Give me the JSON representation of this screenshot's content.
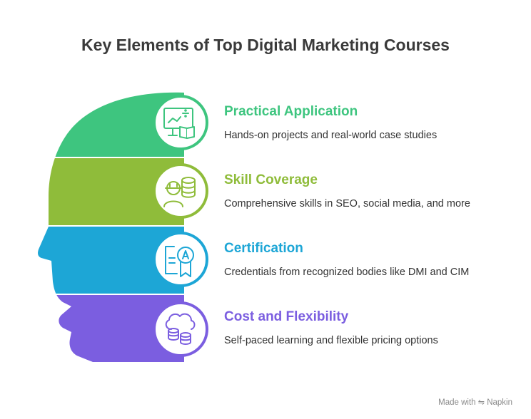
{
  "title": "Key Elements of Top Digital Marketing Courses",
  "items": [
    {
      "title": "Practical Application",
      "description": "Hands-on projects and real-world case studies",
      "color": "#3ec57f",
      "icon": "presentation-board-book-icon"
    },
    {
      "title": "Skill Coverage",
      "description": "Comprehensive skills in SEO, social media, and more",
      "color": "#8fbc3a",
      "icon": "worker-database-icon"
    },
    {
      "title": "Certification",
      "description": "Credentials from recognized bodies like DMI and CIM",
      "color": "#1da6d6",
      "icon": "certificate-icon"
    },
    {
      "title": "Cost and Flexibility",
      "description": "Self-paced learning and flexible pricing options",
      "color": "#7b5ee0",
      "icon": "cloud-coins-icon"
    }
  ],
  "footer": {
    "made_with": "Made with",
    "brand": "Napkin"
  }
}
